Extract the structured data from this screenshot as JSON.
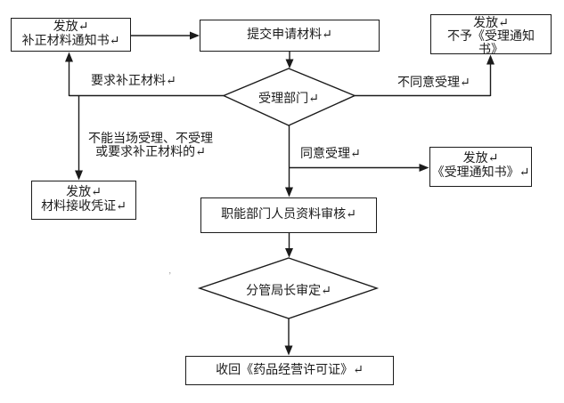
{
  "diagram": {
    "background": "#ffffff",
    "line_color": "#1b1b1b",
    "text_color": "#1b1b1b",
    "nodes": {
      "issue_correction_notice": {
        "shape": "rect",
        "line1": "发放↵",
        "line2": "补正材料通知书↵"
      },
      "submit_application": {
        "shape": "rect",
        "line1": "提交申请材料↵"
      },
      "issue_non_acceptance_notice": {
        "shape": "rect",
        "line1": "发放↵",
        "line2": "不予《受理通知",
        "line3": "书》"
      },
      "acceptance_department": {
        "shape": "diamond",
        "line1": "受理部门↵"
      },
      "issue_acceptance_notice": {
        "shape": "rect",
        "line1": "发放↵",
        "line2": "《受理通知书》↵"
      },
      "issue_material_receipt": {
        "shape": "rect",
        "line1": "发放↵",
        "line2": "材料接收凭证↵"
      },
      "department_staff_review": {
        "shape": "rect",
        "line1": "职能部门人员资料审核↵"
      },
      "deputy_director_review": {
        "shape": "diamond",
        "line1": "分管局长审定↵"
      },
      "withdraw_license": {
        "shape": "rect",
        "line1": "收回《药品经营许可证》↵"
      }
    },
    "edge_labels": {
      "require_correction": "要求补正材料↵",
      "cannot_accept_line1": "不能当场受理、不受理",
      "cannot_accept_line2": "或要求补正材料的↵",
      "disagree_accept": "不同意受理↵",
      "agree_accept": "同意受理↵",
      "stray_mark": "’"
    }
  }
}
